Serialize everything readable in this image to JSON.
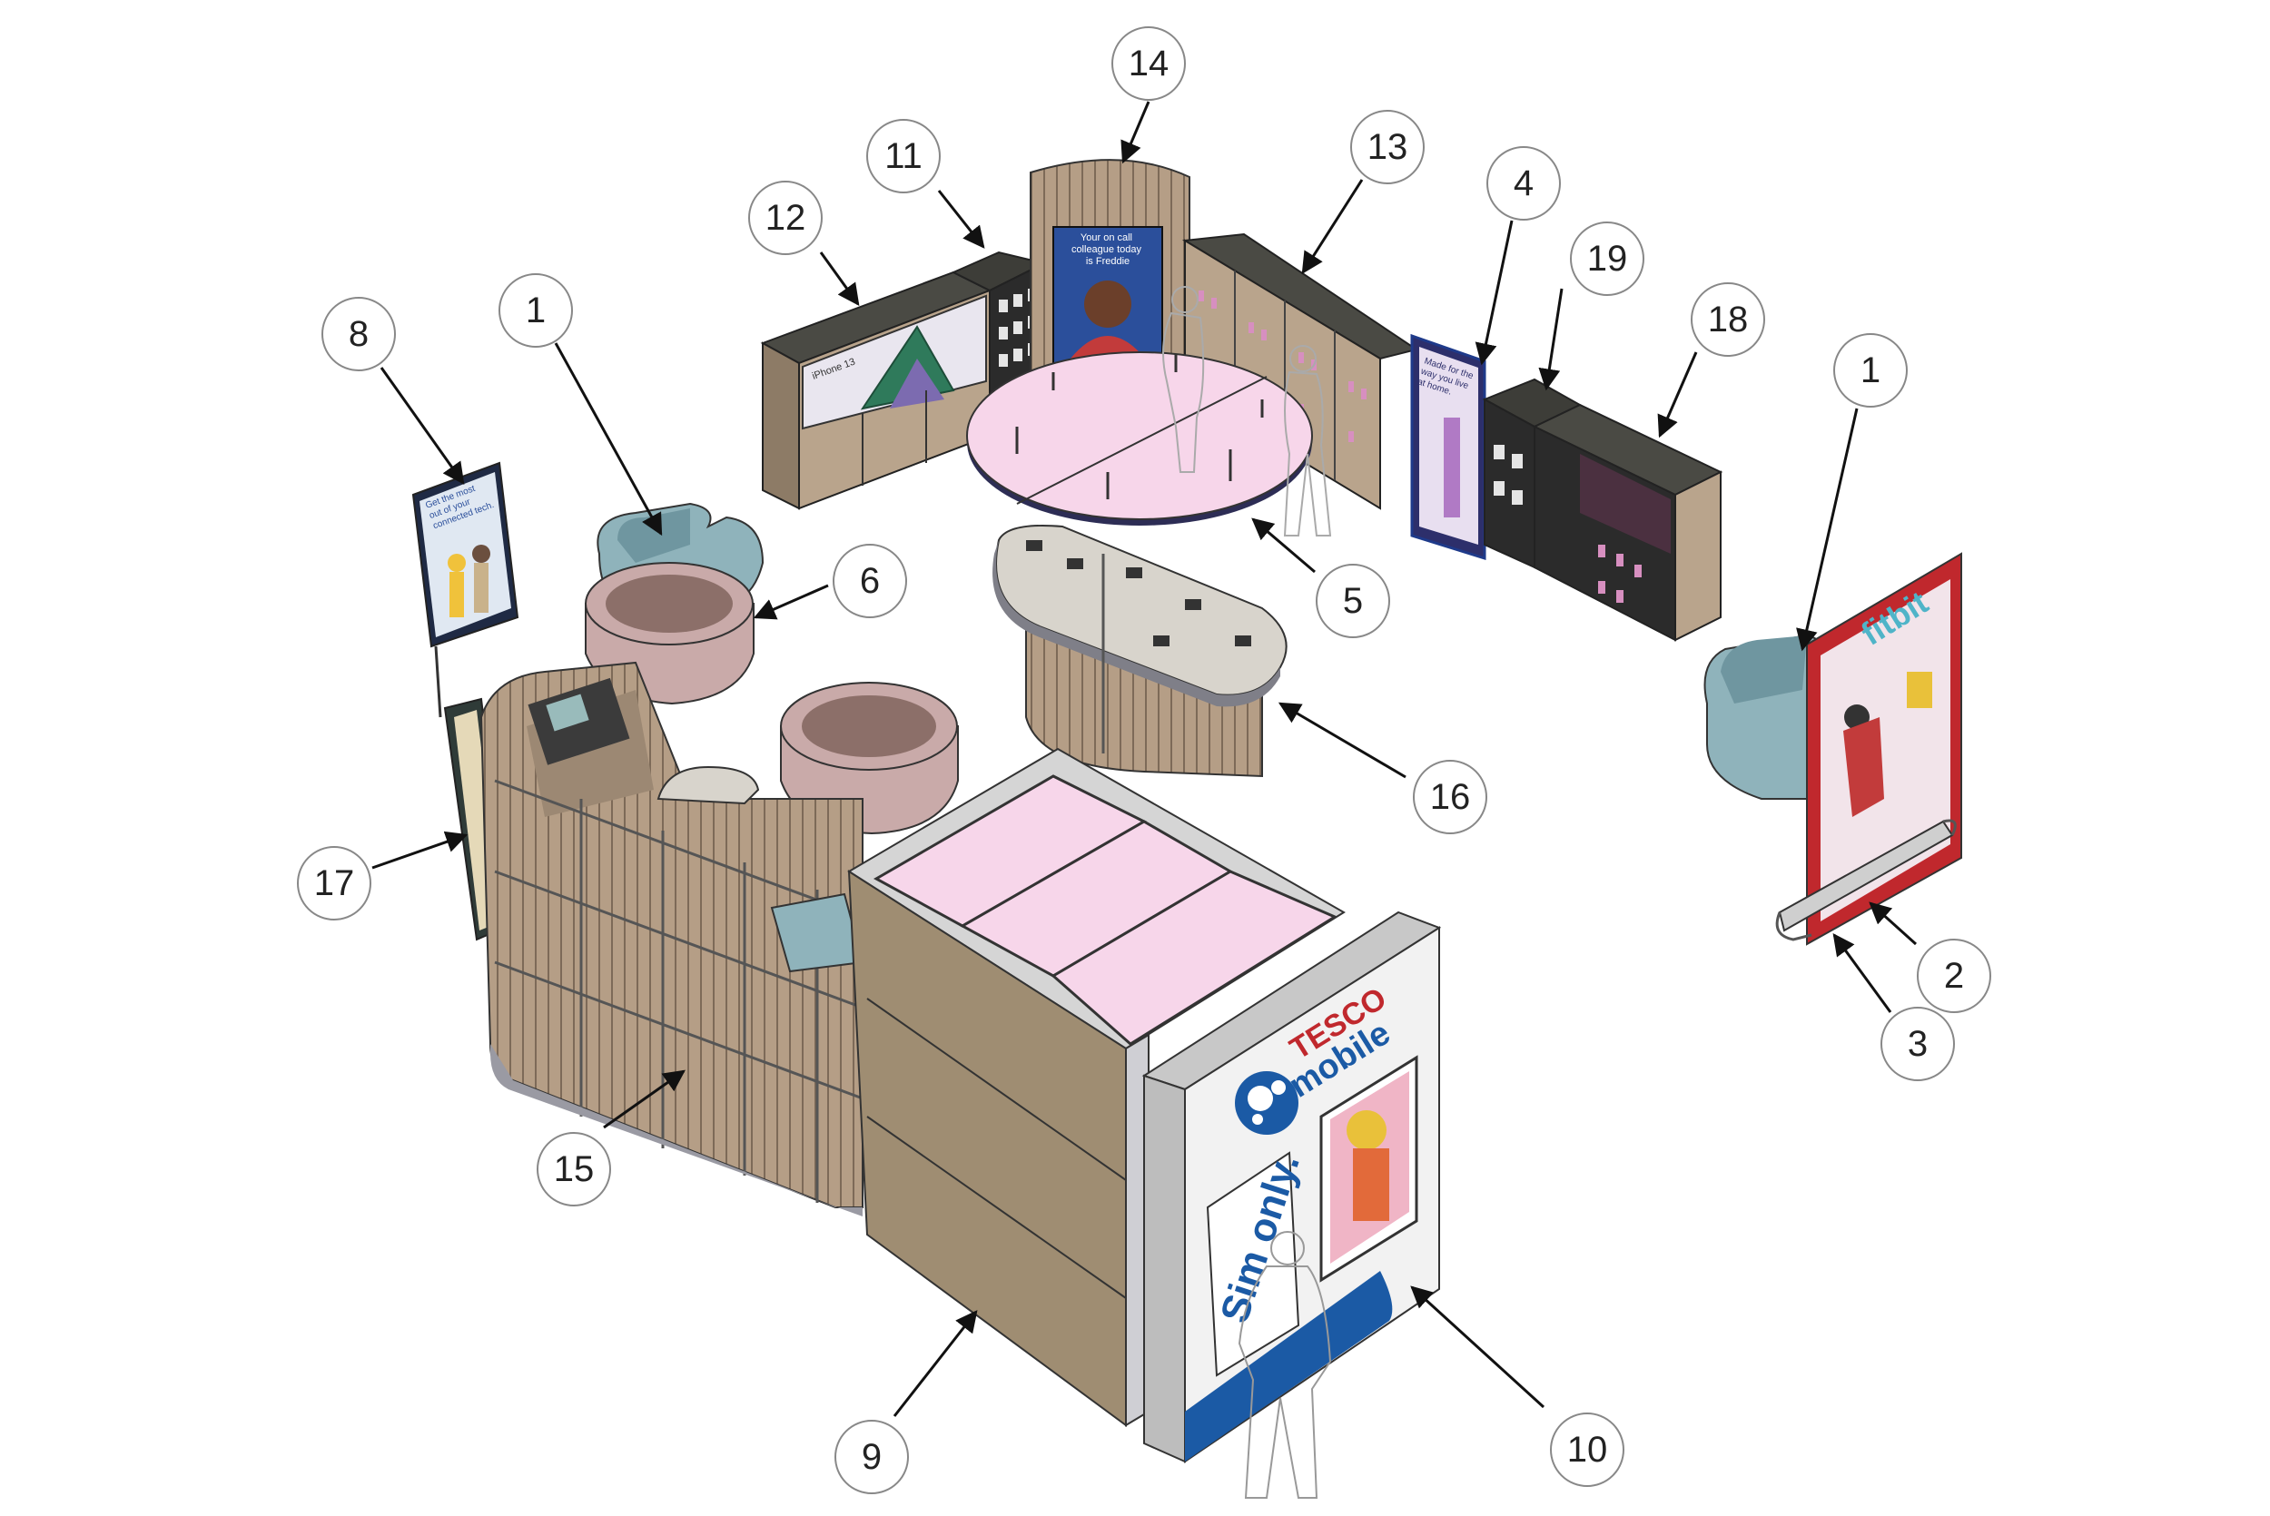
{
  "diagram": {
    "callouts": [
      {
        "id": "c1a",
        "label": "1"
      },
      {
        "id": "c1b",
        "label": "1"
      },
      {
        "id": "c2",
        "label": "2"
      },
      {
        "id": "c3",
        "label": "3"
      },
      {
        "id": "c4",
        "label": "4"
      },
      {
        "id": "c5",
        "label": "5"
      },
      {
        "id": "c6",
        "label": "6"
      },
      {
        "id": "c8",
        "label": "8"
      },
      {
        "id": "c9",
        "label": "9"
      },
      {
        "id": "c10",
        "label": "10"
      },
      {
        "id": "c11",
        "label": "11"
      },
      {
        "id": "c12",
        "label": "12"
      },
      {
        "id": "c13",
        "label": "13"
      },
      {
        "id": "c14",
        "label": "14"
      },
      {
        "id": "c15",
        "label": "15"
      },
      {
        "id": "c16",
        "label": "16"
      },
      {
        "id": "c17",
        "label": "17"
      },
      {
        "id": "c18",
        "label": "18"
      },
      {
        "id": "c19",
        "label": "19"
      }
    ],
    "signage": {
      "freddie_poster": "Your on call colleague today is Freddie",
      "brand_top": "TESCO",
      "brand_bottom": "mobile",
      "sim_panel": "Sim only.",
      "fitbit_banner": "fitbit",
      "tech_poster": "Get the most out of your connected tech.",
      "home_poster": "Made for the way you live at home.",
      "iphone_panel": "iPhone 13"
    },
    "colors": {
      "timber": "#b59e86",
      "pink_top": "#f7d6ea",
      "seat_teal": "#8fb3bb",
      "banner_red": "#c0282d",
      "tesco_blue": "#1b5aa5",
      "poster_blue": "#2b4f9b"
    }
  }
}
